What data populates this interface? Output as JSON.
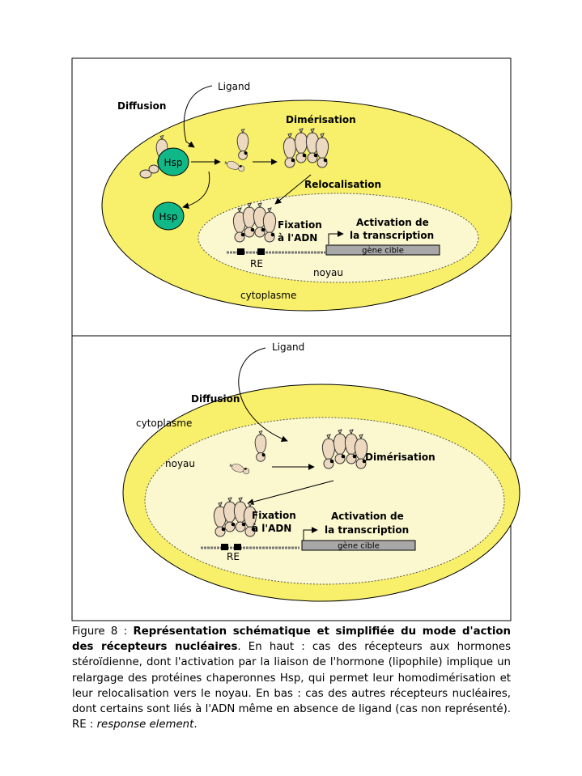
{
  "top_panel": {
    "ligand": "Ligand",
    "diffusion": "Diffusion",
    "dimerisation": "Dimérisation",
    "relocalisation": "Relocalisation",
    "hsp_bound": "Hsp",
    "hsp_free": "Hsp",
    "fixation_line1": "Fixation",
    "fixation_line2": "à l'ADN",
    "activation_line1": "Activation de",
    "activation_line2": "la transcription",
    "gene": "gène cible",
    "re": "RE",
    "nucleus": "noyau",
    "cytoplasm": "cytoplasme"
  },
  "bottom_panel": {
    "ligand": "Ligand",
    "diffusion": "Diffusion",
    "cytoplasm": "cytoplasme",
    "nucleus": "noyau",
    "dimerisation": "Dimérisation",
    "fixation_line1": "Fixation",
    "fixation_line2": "à l'ADN",
    "activation_line1": "Activation de",
    "activation_line2": "la transcription",
    "gene": "gène cible",
    "re": "RE"
  },
  "caption": {
    "prefix": "Figure 8 : ",
    "bold": "Représentation schématique et simplifiée du mode d'action des récepteurs nucléaires",
    "body": ". En haut : cas des récepteurs aux hormones stéroïdienne, dont l'activation par la liaison de l'hormone (lipophile) implique un relargage des protéines chaperonnes Hsp, qui permet leur homodimérisation et leur relocalisation vers le noyau. En bas : cas des autres récepteurs nucléaires, dont certains sont liés à l'ADN même en absence de ligand (cas non représenté). RE : ",
    "italic": "response element",
    "end": "."
  },
  "colors": {
    "cell": "#f8f06a",
    "nucleus": "#fbf8cf",
    "receptor": "#ecd9bf",
    "hsp": "#10b888",
    "gene": "#a8a8a8"
  }
}
